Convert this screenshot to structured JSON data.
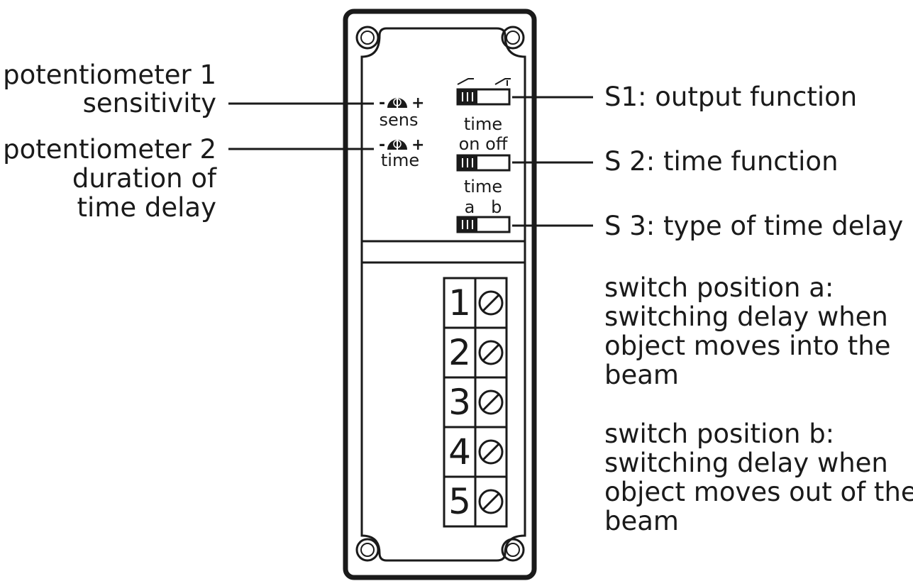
{
  "callouts": {
    "pot1": [
      "potentiometer 1",
      "sensitivity"
    ],
    "pot2": [
      "potentiometer 2",
      "duration of",
      "time delay"
    ],
    "s1": "S1: output function",
    "s2": "S 2: time function",
    "s3": "S 3: type of time delay",
    "pos_a": [
      "switch position a:",
      "switching delay when",
      "object moves into the",
      "beam"
    ],
    "pos_b": [
      "switch position b:",
      "switching delay when",
      "object moves out of the",
      "beam"
    ]
  },
  "panel": {
    "pot1_label": "sens",
    "pot2_label": "time",
    "minus": "-",
    "plus": "+",
    "s1_caption": "time",
    "s2_options": "on off",
    "s2_caption": "time",
    "s3_options": "a   b"
  },
  "terminals": [
    "1",
    "2",
    "3",
    "4",
    "5"
  ],
  "colors": {
    "ink": "#1a1a1a",
    "background": "#ffffff"
  }
}
